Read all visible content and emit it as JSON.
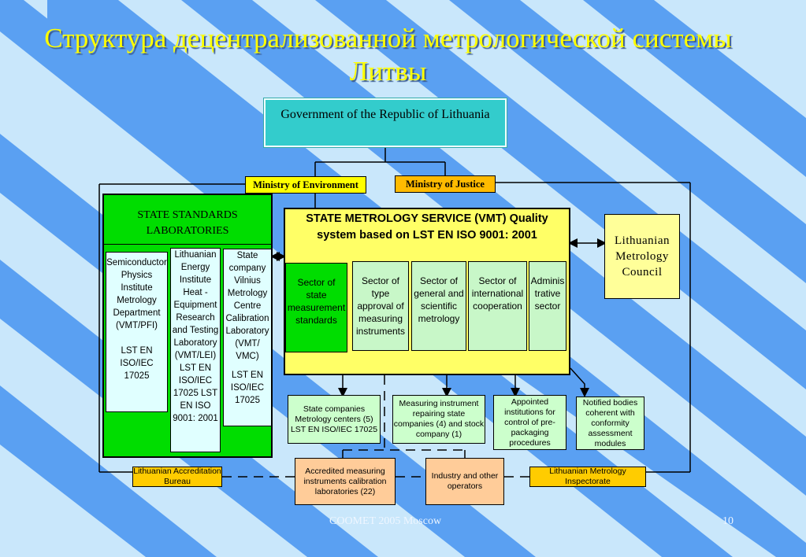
{
  "title": "Структура децентрализованной метрологической системы Литвы",
  "government": "Government of the Republic of Lithuania",
  "ministry_environment": "Ministry of Environment",
  "ministry_justice": "Ministry of Justice",
  "ssl": {
    "title": "STATE STANDARDS LABORATORIES",
    "labs": [
      {
        "name": "Semiconductor Physics Institute Metrology Department (VMT/PFI)",
        "std": "LST EN ISO/IEC 17025"
      },
      {
        "name": "Lithuanian Energy Institute Heat - Equipment Research and Testing Laboratory (VMT/LEI)",
        "std": "LST EN ISO/IEC 17025 LST EN ISO 9001: 2001"
      },
      {
        "name": "State company Vilnius Metrology Centre Calibration Laboratory (VMT/ VMC)",
        "std": "LST EN ISO/IEC 17025"
      }
    ]
  },
  "vmt": {
    "title": "STATE METROLOGY SERVICE (VMT) Quality system based on LST EN ISO 9001: 2001",
    "sectors": [
      "Sector of state measurement standards",
      "Sector of type approval of measuring instruments",
      "Sector of general and scientific metrology",
      "Sector of international cooperation",
      "Adminis trative sector"
    ]
  },
  "council": "Lithuanian Metrology Council",
  "lower": [
    "State companies Metrology centers (5) LST EN ISO/IEC 17025",
    "Measuring instrument repairing state companies (4) and stock company (1)",
    "Appointed institutions for control of pre-packaging procedures",
    "Notified bodies coherent with conformity assessment modules"
  ],
  "accredited_labs": "Accredited measuring instruments calibration laboratories (22)",
  "industry": "Industry and other operators",
  "accreditation_bureau": "Lithuanian Accreditation Bureau",
  "inspectorate": "Lithuanian Metrology Inspectorate",
  "footer": "COOMET 2005 Moscow",
  "page_number": "10",
  "colors": {
    "background": "#c9e7fb",
    "stripe": "#4a90f0",
    "title": "#ffff00",
    "government": "#33cccc",
    "ssl": "#00dd00",
    "vmt": "#ffff66"
  }
}
